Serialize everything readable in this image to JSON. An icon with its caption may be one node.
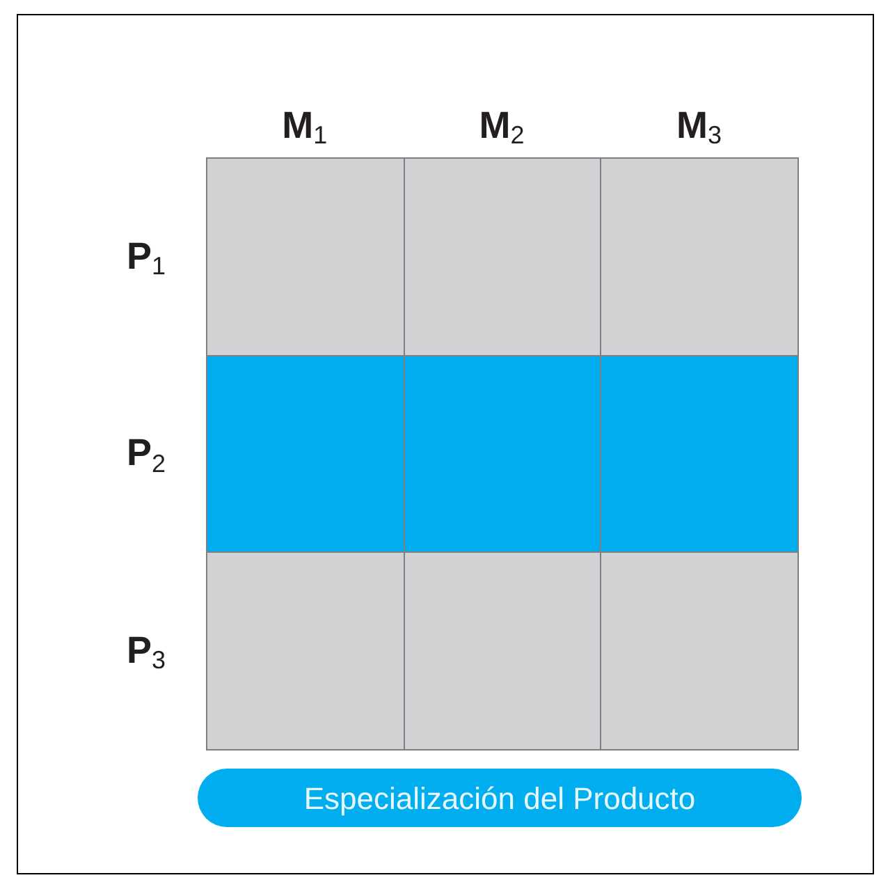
{
  "diagram": {
    "nodes": [
      {
        "text": [
          "Especialización del Producto"
        ]
      }
    ],
    "labels": [
      "M$_{1}$",
      "M$_{2}$",
      "M$_{3}$",
      "P$_{1}$",
      "P$_{2}$",
      "P$_{3}$"
    ]
  }
}
